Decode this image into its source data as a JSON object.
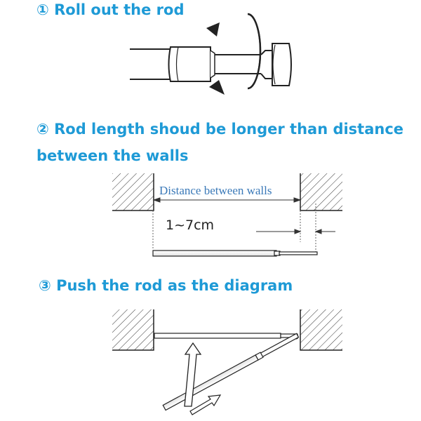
{
  "steps": [
    {
      "title": "① Roll out the rod"
    },
    {
      "title_line1": "② Rod length shoud be longer than distance",
      "title_line2": "between the walls"
    },
    {
      "title": "③ Push the rod as the diagram"
    }
  ],
  "labels": {
    "distance_between_walls": "Distance between walls",
    "extra_length": "1~7cm"
  },
  "colors": {
    "title": "#1e9ad6",
    "distance_label": "#3a79b8",
    "line": "#222222"
  }
}
